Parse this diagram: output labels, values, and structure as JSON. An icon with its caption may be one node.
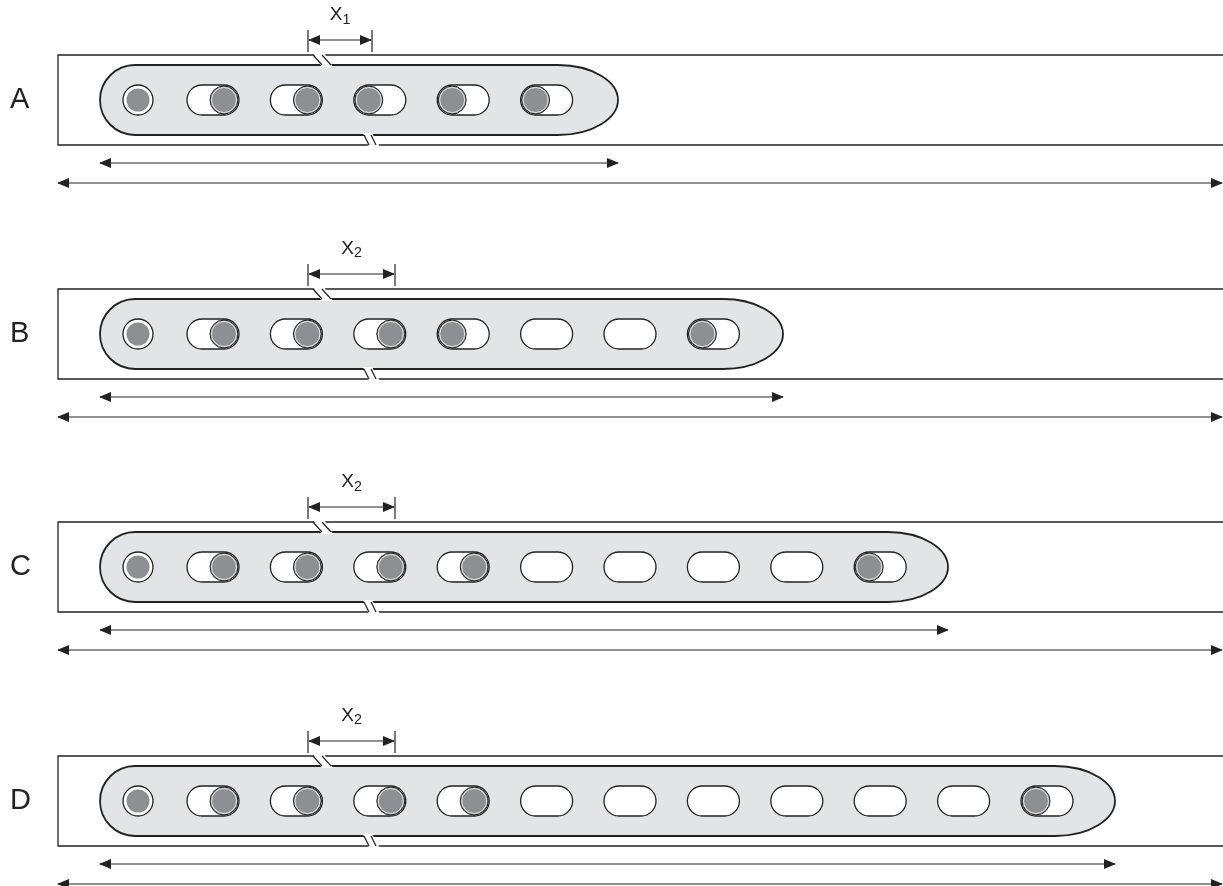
{
  "diagram": {
    "labels": [
      "X$_{1}$",
      "A",
      "X$_{2}$",
      "B",
      "X$_{2}$",
      "C",
      "X$_{2}$",
      "D"
    ]
  }
}
